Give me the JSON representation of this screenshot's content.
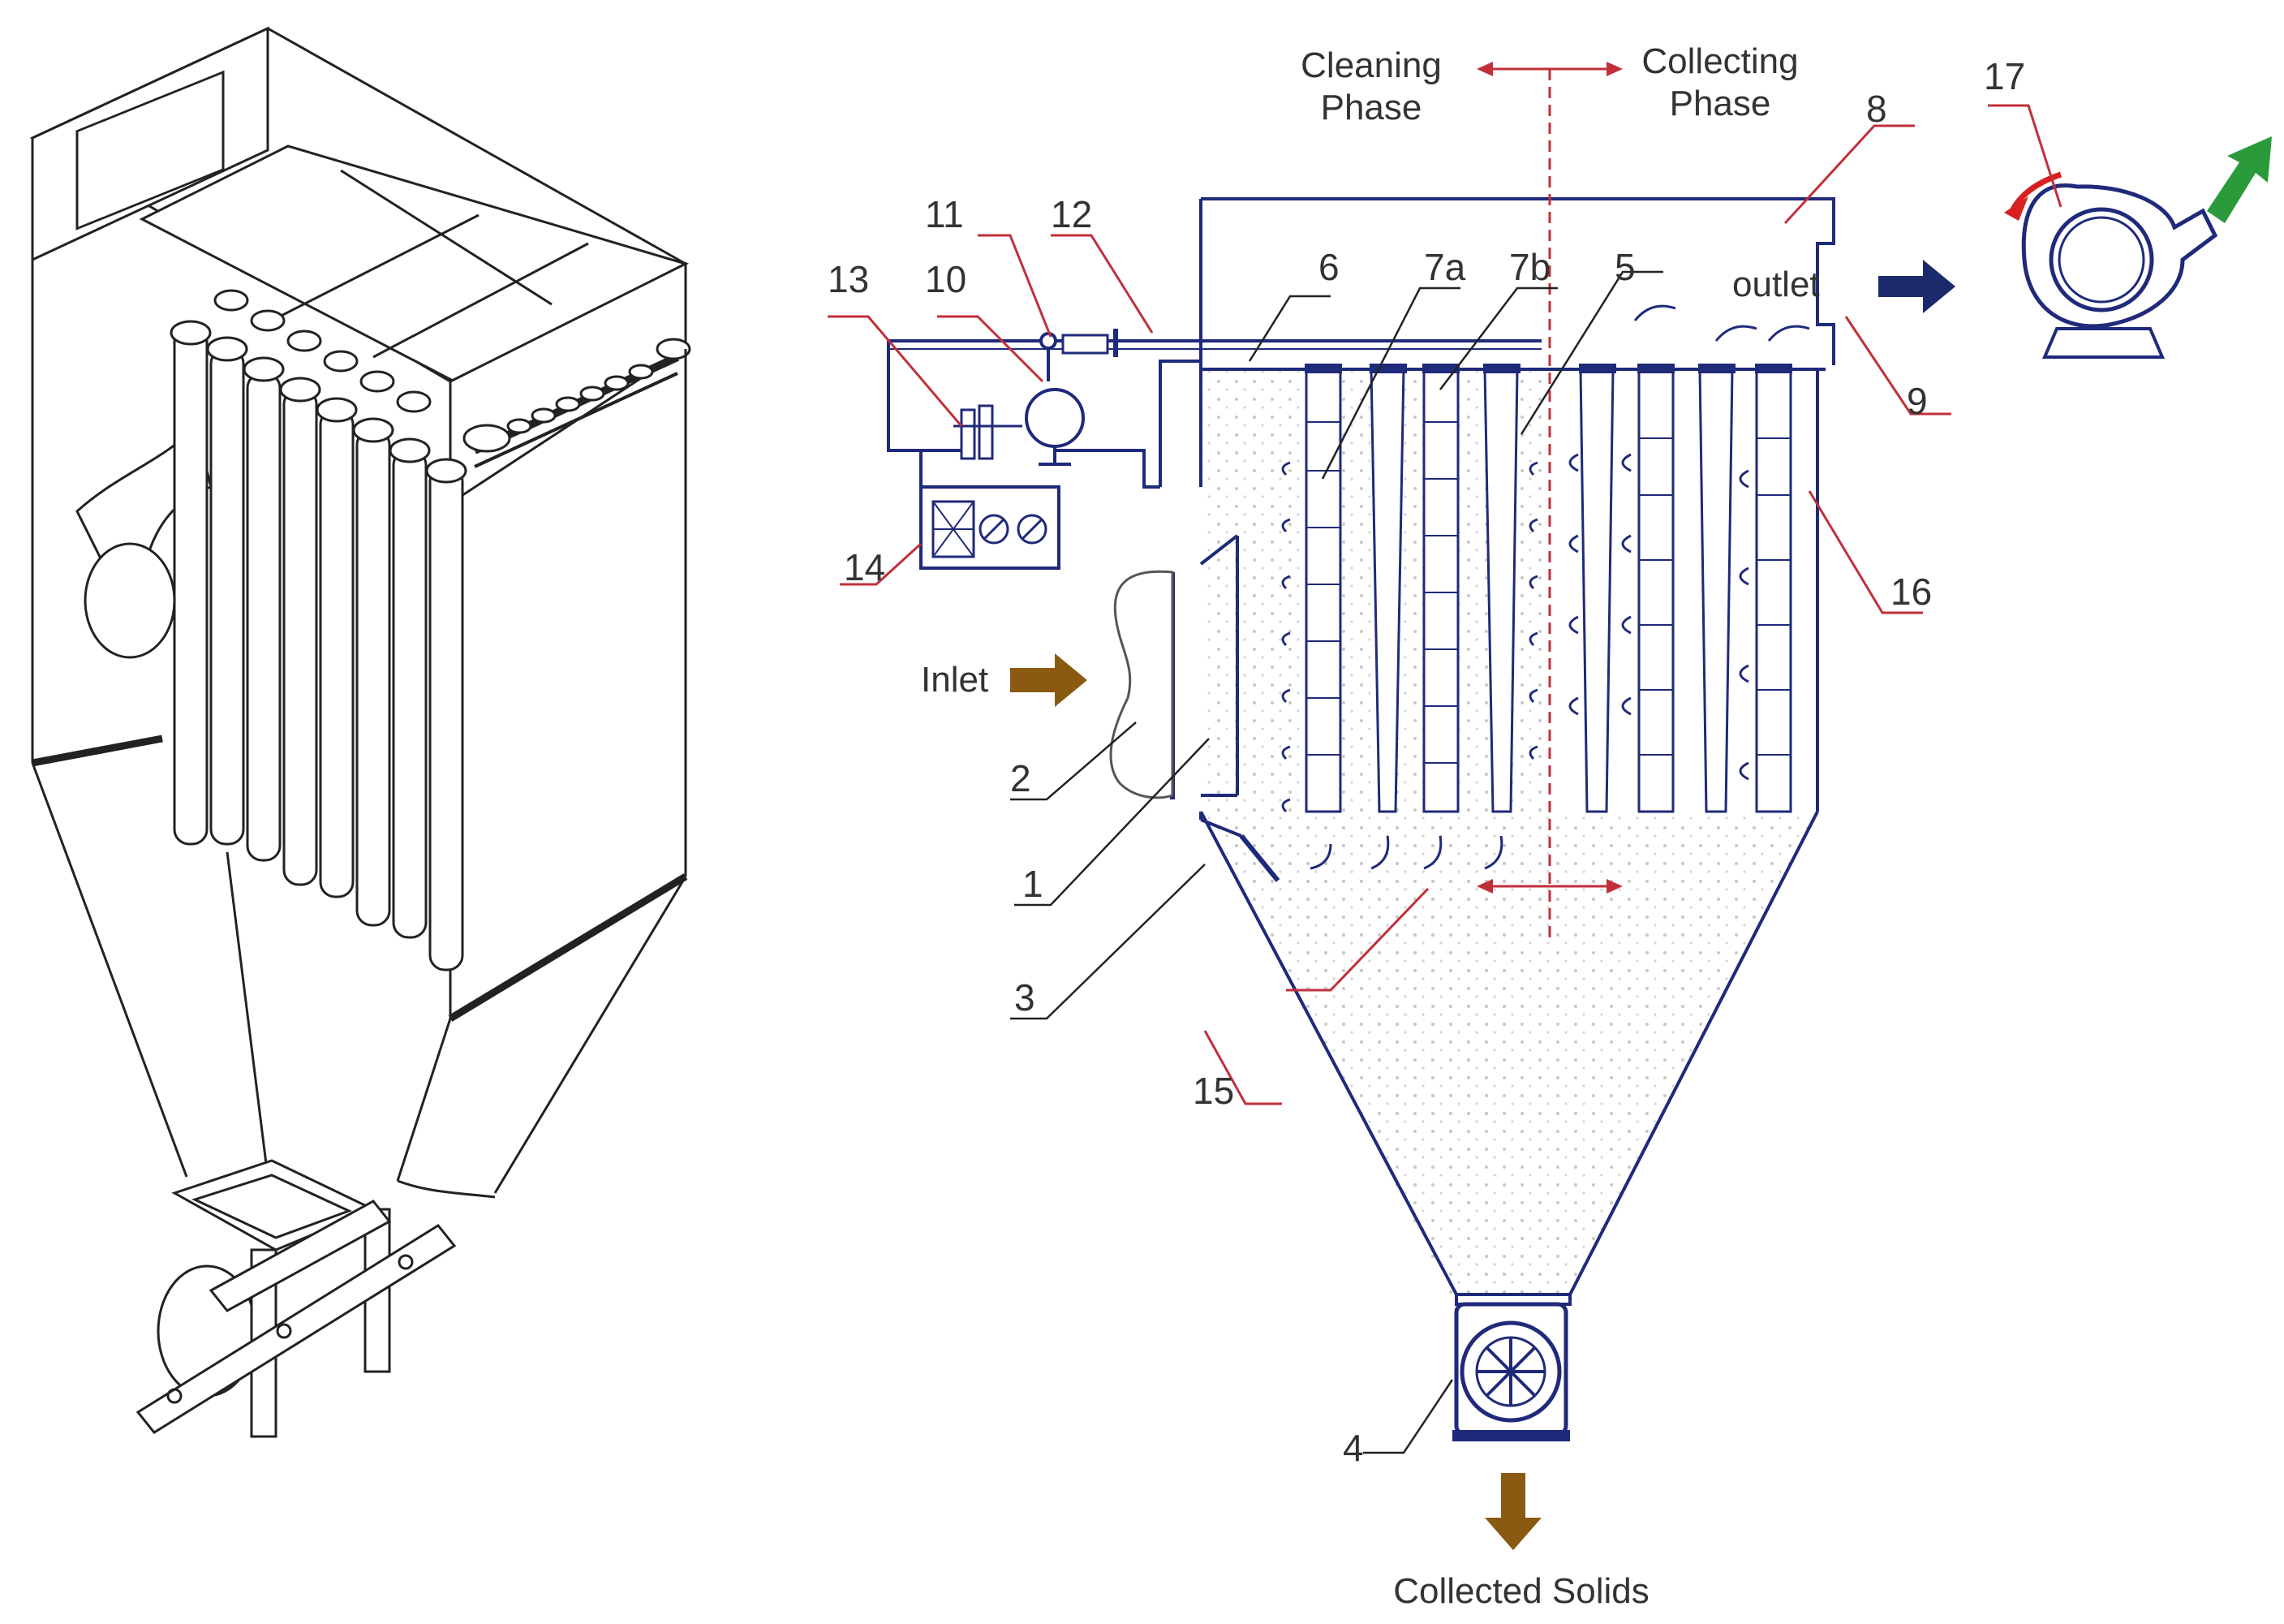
{
  "phase_labels": {
    "cleaning_line1": "Cleaning",
    "cleaning_line2": "Phase",
    "collecting_line1": "Collecting",
    "collecting_line2": "Phase"
  },
  "flow_labels": {
    "inlet": "Inlet",
    "outlet": "outlet",
    "collected_solids": "Collected Solids"
  },
  "part_numbers": [
    "1",
    "2",
    "3",
    "4",
    "5",
    "6",
    "7a",
    "7b",
    "8",
    "9",
    "10",
    "11",
    "12",
    "13",
    "14",
    "15",
    "16",
    "17"
  ],
  "colors": {
    "outline_blue": "#1f2a7a",
    "leader_red": "#c0303a",
    "inlet_arrow_brown": "#8a5a12",
    "outlet_arrow_navy": "#1a2a6c",
    "fan_green_arrow": "#2a9a3a",
    "fan_red_arrow": "#d82020",
    "phase_divider": "#c0303a"
  }
}
